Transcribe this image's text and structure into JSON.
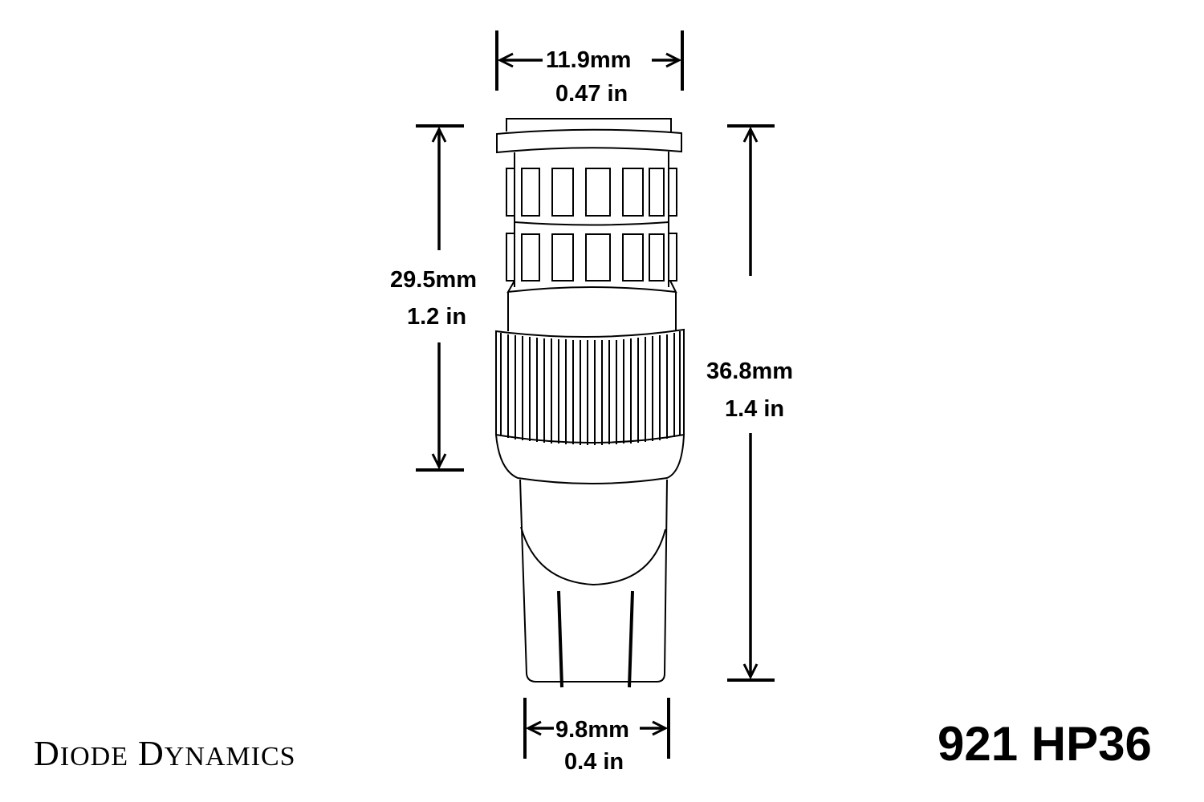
{
  "diagram": {
    "subject": "LED bulb dimension drawing",
    "colors": {
      "line": "#000000",
      "background": "#ffffff"
    },
    "dimensions": {
      "top_width": {
        "mm": "11.9mm",
        "in": "0.47 in"
      },
      "body_height": {
        "mm": "29.5mm",
        "in": "1.2 in"
      },
      "overall_height": {
        "mm": "36.8mm",
        "in": "1.4 in"
      },
      "base_width": {
        "mm": "9.8mm",
        "in": "0.4 in"
      }
    },
    "brand": {
      "first_initial": "D",
      "first_rest": "IODE",
      "second_initial": "D",
      "second_rest": "YNAMICS"
    },
    "model": "921 HP36"
  }
}
